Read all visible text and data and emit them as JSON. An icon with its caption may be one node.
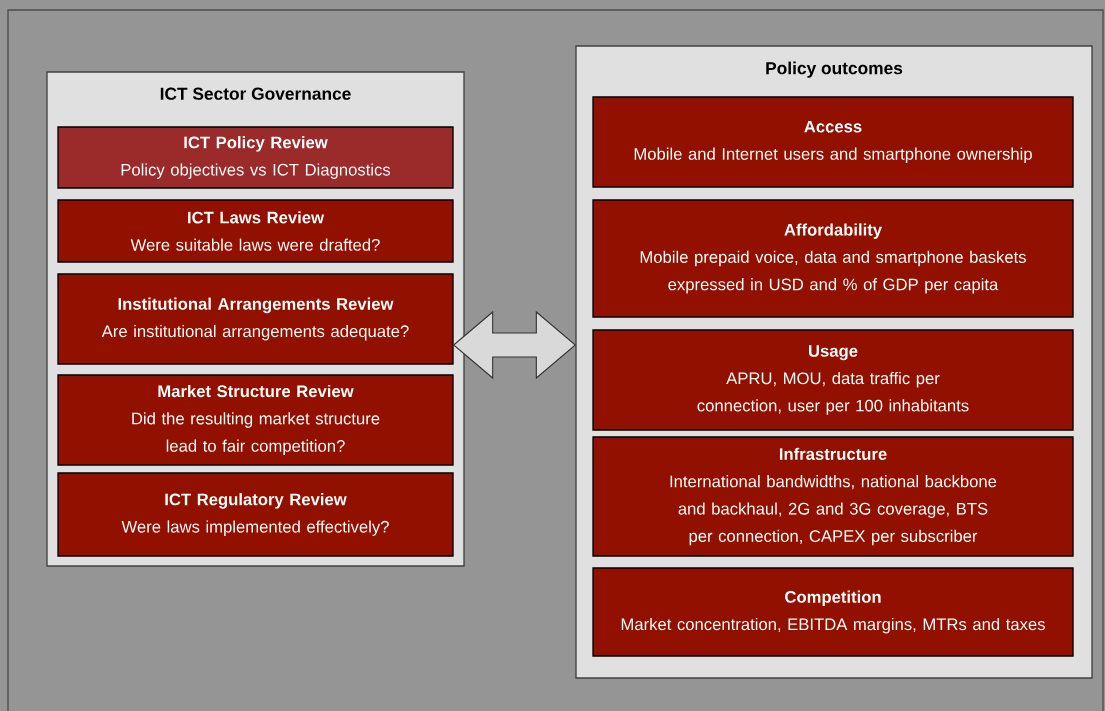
{
  "diagram": {
    "nodes": [
      {
        "text": [
          "ICT Sector Governance"
        ]
      },
      {
        "text": [
          "ICT Policy Review",
          "Policy objectives vs ICT Diagnostics"
        ],
        "in": 0
      },
      {
        "text": [
          "ICT Laws Review",
          "Were suitable laws were drafted?"
        ],
        "in": 0
      },
      {
        "text": [
          "Institutional Arrangements Review",
          "Are institutional arrangements adequate?"
        ],
        "in": 0
      },
      {
        "text": [
          "Market Structure Review",
          "Did the resulting market structure lead to fair competition?"
        ],
        "in": 0
      },
      {
        "text": [
          "ICT Regulatory Review",
          "Were laws implemented effectively?"
        ],
        "in": 0
      },
      {
        "text": [
          "Policy outcomes"
        ]
      },
      {
        "text": [
          "Access",
          "Mobile and Internet users and smartphone ownership"
        ],
        "in": 6
      },
      {
        "text": [
          "Affordability",
          "Mobile prepaid voice, data and smartphone baskets expressed in USD and % of GDP per capita"
        ],
        "in": 6
      },
      {
        "text": [
          "Usage",
          "APRU, MOU, data traffic per connection, user per 100 inhabitants"
        ],
        "in": 6
      },
      {
        "text": [
          "Infrastructure",
          "International bandwidths, national backbone and backhaul, 2G and 3G coverage, BTS per connection, CAPEX per subscriber"
        ],
        "in": 6
      },
      {
        "text": [
          "Competition",
          "Market concentration,  EBITDA margins, MTRs and taxes"
        ],
        "in": 6
      }
    ],
    "edges": [
      {
        "from": 3,
        "to": 6,
        "arrow": "both"
      }
    ]
  }
}
